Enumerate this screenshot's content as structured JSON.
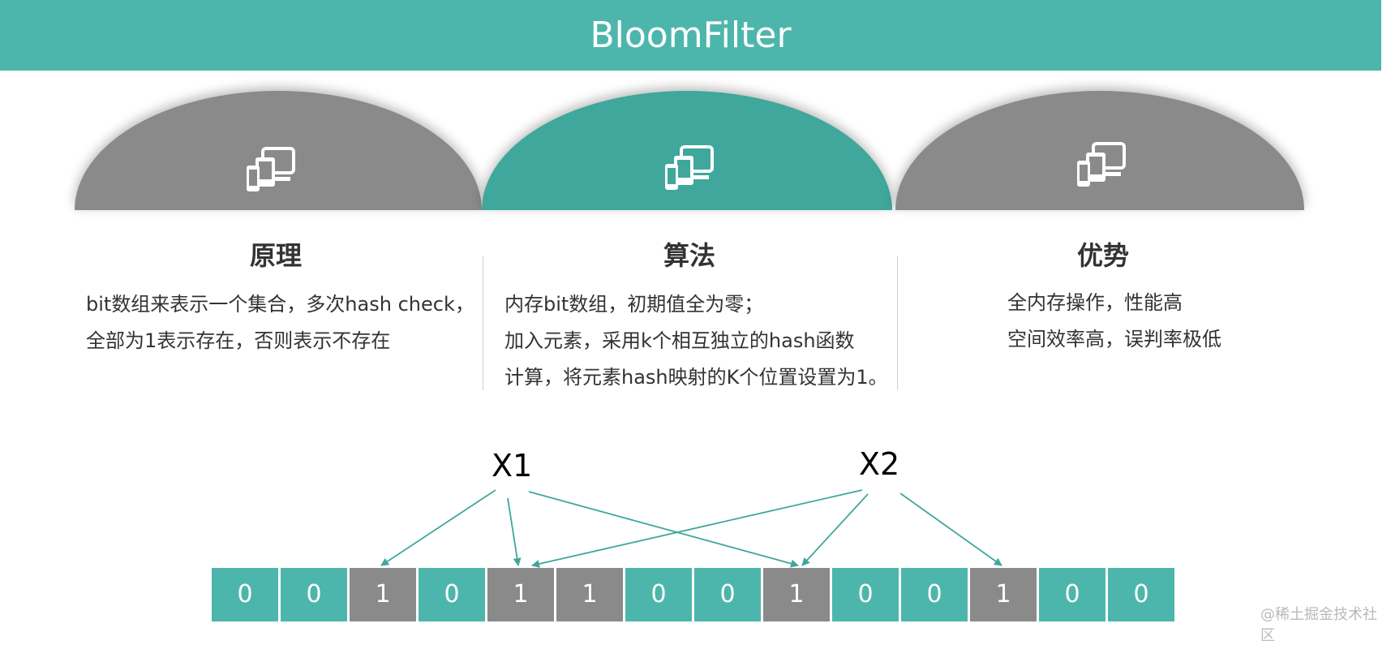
{
  "header": {
    "title": "BloomFilter"
  },
  "colors": {
    "teal": "#4db6ac",
    "teal_dark": "#3fa79c",
    "gray": "#8a8a8a",
    "text": "#333333"
  },
  "columns": [
    {
      "title": "原理",
      "icon": "devices-icon",
      "highlighted": false,
      "lines": [
        "bit数组来表示一个集合，多次hash check，",
        "全部为1表示存在，否则表示不存在"
      ]
    },
    {
      "title": "算法",
      "icon": "devices-icon",
      "highlighted": true,
      "lines": [
        "内存bit数组，初期值全为零；",
        "加入元素，采用k个相互独立的hash函数",
        "计算，将元素hash映射的K个位置设置为1。"
      ]
    },
    {
      "title": "优势",
      "icon": "devices-icon",
      "highlighted": false,
      "lines": [
        "全内存操作，性能高",
        "空间效率高，误判率极低"
      ]
    }
  ],
  "diagram": {
    "elements": [
      {
        "label": "X1",
        "targets": [
          2,
          4,
          8
        ]
      },
      {
        "label": "X2",
        "targets": [
          4,
          8,
          11
        ]
      }
    ],
    "bits": [
      "0",
      "0",
      "1",
      "0",
      "1",
      "1",
      "0",
      "0",
      "1",
      "0",
      "0",
      "1",
      "0",
      "0"
    ]
  },
  "watermark": "@稀土掘金技术社区"
}
